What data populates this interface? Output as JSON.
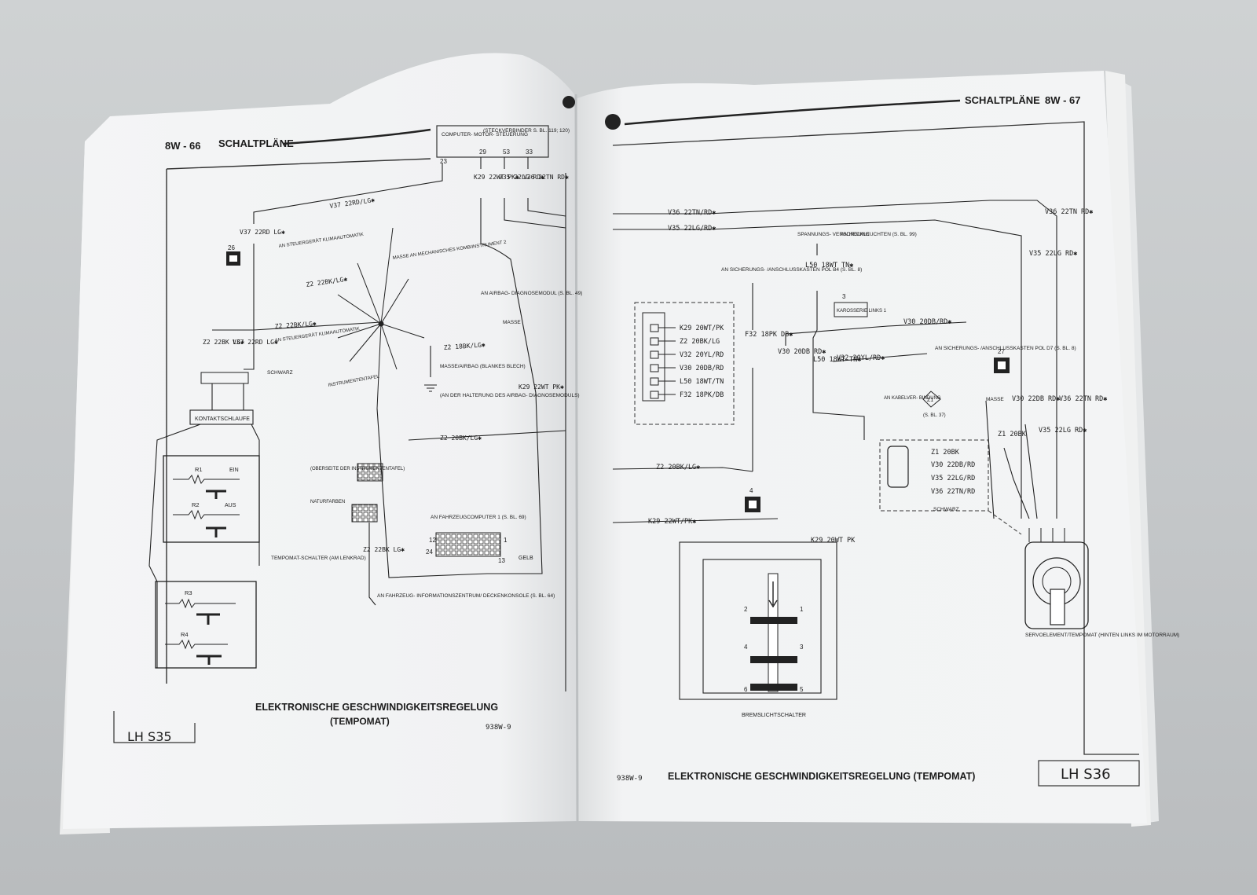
{
  "left_page": {
    "page_number": "8W - 66",
    "section": "SCHALTPLÄNE",
    "title_line1": "ELEKTRONISCHE GESCHWINDIGKEITSREGELUNG",
    "title_line2": "(TEMPOMAT)",
    "doc_code": "938W-9",
    "sheet_label": "LH S35",
    "labels": {
      "computer": "COMPUTER- MOTOR- STEUERUNG",
      "steckverbinder": "(STECKVERBINDER S. BL. 119; 120)",
      "pins": [
        "29",
        "53",
        "33"
      ],
      "pin_23": "23",
      "w_k29": "K29 22WT PK✱",
      "w_v35": "V35 22LG RD✱",
      "w_v36": "V36 22TN RD✱",
      "w_v37_top": "V37 22RD/LG✱",
      "w_v37_side": "V37 22RD LG✱",
      "conn_26": "26",
      "w_z2_a": "Z2 22BK/LG✱",
      "w_z2_b": "Z2 22BK/LG✱",
      "w_z2_c": "Z2 18BK/LG✱",
      "w_z2_d": "Z2 20BK/LG✱",
      "schwarz": "SCHWARZ",
      "kontakt": "KONTAKTSCHLAUFE",
      "r1": "R1",
      "ein": "EIN",
      "r2": "R2",
      "aus": "AUS",
      "r3": "R3",
      "r4": "R4",
      "tempomat_schalter": "TEMPOMAT-SCHALTER (AM LENKRAD)",
      "airbag": "AN AIRBAG- DIAGNOSEMODUL (S. BL. 49)",
      "masse": "MASSE",
      "masse_airbag": "MASSE/AIRBAG (BLANKES BLECH)",
      "halterung": "(AN DER HALTERUNG DES AIRBAG- DIAGNOSEMODULS)",
      "fahrzeugcomputer": "AN FAHRZEUGCOMPUTER 1 (S. BL. 69)",
      "gelb": "GELB",
      "pin_12": "12",
      "pin_24": "24",
      "pin_1": "1",
      "pin_13": "13",
      "info_zentrum": "AN FAHRZEUG- INFORMATIONSZENTRUM/ DECKENKONSOLE (S. BL. 64)",
      "instrumententafel": "INSTRUMENTENTAFEL",
      "naturfarben": "NATURFARBEN",
      "obere_seite": "(OBERSEITE DER INSTRUMENTENTAFEL)"
    }
  },
  "right_page": {
    "section": "SCHALTPLÄNE",
    "page_number": "8W - 67",
    "title": "ELEKTRONISCHE GESCHWINDIGKEITSREGELUNG (TEMPOMAT)",
    "doc_code": "938W-9",
    "sheet_label": "LH S36",
    "labels": {
      "w_v36": "V36 22TN/RD✱",
      "w_v35": "V35 22LG/RD✱",
      "w_v36_r": "V36 22TN RD✱",
      "w_v35_r": "V35 22LG RD✱",
      "spannung": "SPANNUNGS- VERSORGUNG",
      "heckleuchten": "AN HECKLEUCHTEN (S. BL. 99)",
      "l50": "L50 18WT TN✱",
      "sicherung_b4": "AN SICHERUNGS- /ANSCHLUSSKASTEN POL B4 (S. BL. 8)",
      "karosserie": "KAROSSERIE LINKS 1",
      "conn_3": "3",
      "pins_list": [
        "K29 20WT/PK",
        "Z2 20BK/LG",
        "V32 20YL/RD",
        "V30 20DB/RD",
        "L50 18WT/TN",
        "F32 18PK/DB"
      ],
      "f32": "F32 18PK DB✱",
      "v30_a": "V30 20DB RD✱",
      "v30_line": "V30 20DB/RD✱",
      "v32_line": "V32 20YL/RD✱",
      "sicherung_d7": "AN SICHERUNGS- /ANSCHLUSSKASTEN POL D7 (S. BL. 8)",
      "conn_27": "27",
      "z1_4": "Z1",
      "kabel": "AN KABELVER- BINDUNG",
      "sbl37": "(S. BL. 37)",
      "masse": "MASSE",
      "v30_b": "V30 22DB RD✱",
      "z1_20bk": "Z1 20BK",
      "v35_b": "V35 22LG RD✱",
      "v36_b": "V36 22TN RD✱",
      "conn_pins": [
        "Z1 20BK",
        "V30 22DB/RD",
        "V35 22LG/RD",
        "V36 22TN/RD"
      ],
      "schwarz": "SCHWARZ",
      "z2_line": "Z2 20BK/LG✱",
      "k29_line": "K29 22WT/PK✱",
      "conn_4": "4",
      "k29_b": "K29 20WT PK",
      "bremslicht": "BREMSLICHTSCHALTER",
      "servo": "SERVOELEMENT/TEMPOMAT (HINTEN LINKS IM MOTORRAUM)",
      "switch_pins": [
        "2",
        "1",
        "4",
        "3",
        "6",
        "5"
      ]
    }
  }
}
